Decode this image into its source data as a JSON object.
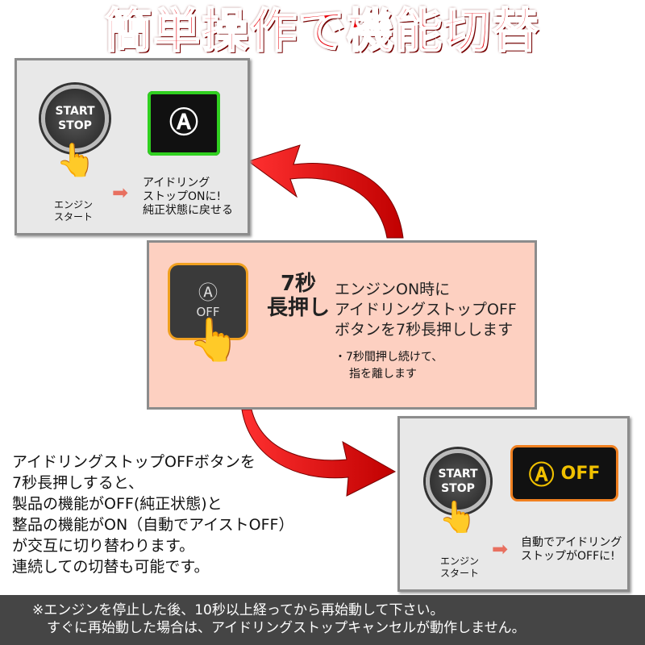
{
  "title": "簡単操作で機能切替",
  "panel1": {
    "start": "START",
    "stop": "STOP",
    "engine_label": [
      "エンジン",
      "スタート"
    ],
    "result": [
      "アイドリング",
      "ストップONに!",
      "純正状態に戻せる"
    ]
  },
  "panel2": {
    "button_off": "OFF",
    "seven": "7秒",
    "long_press": "長押し",
    "instruction": [
      "エンジンON時に",
      "アイドリングストップOFF",
      "ボタンを7秒長押しします"
    ],
    "note": [
      "・7秒間押し続けて、",
      "指を離します"
    ]
  },
  "panel3": {
    "start": "START",
    "stop": "STOP",
    "engine_label": [
      "エンジン",
      "スタート"
    ],
    "indicator_off": "OFF",
    "result": [
      "自動でアイドリング",
      "ストップがOFFに!"
    ]
  },
  "description": [
    "アイドリングストップOFFボタンを",
    "7秒長押しすると、",
    "製品の機能がOFF(純正状態)と",
    "整品の機能がON（自動でアイストOFF）",
    "が交互に切り替わります。",
    "連続しての切替も可能です。"
  ],
  "footer": [
    "※エンジンを停止した後、10秒以上経ってから再始動して下さい。",
    "すぐに再始動した場合は、アイドリングストップキャンセルが動作しません。"
  ],
  "colors": {
    "title": "#e8000a",
    "panel": "#fdd0c1",
    "footer": "#454545",
    "glow_cyan": "#20d8f0",
    "glow_green": "#30d020",
    "glow_orange": "#f08020"
  }
}
